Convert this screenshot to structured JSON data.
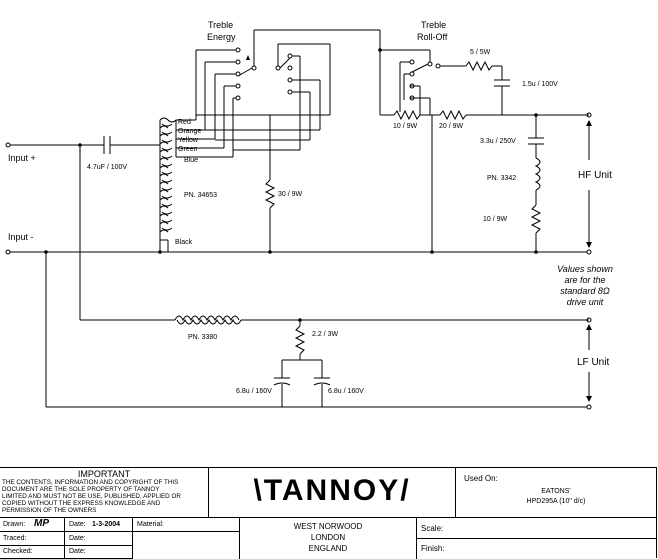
{
  "schematic": {
    "treble_energy": [
      "Treble",
      "Energy"
    ],
    "treble_rolloff": [
      "Treble",
      "Roll-Off"
    ],
    "input_plus": "Input +",
    "input_minus": "Input -",
    "cap_input": "4.7uF / 100V",
    "tap_labels": [
      "Red",
      "Orange",
      "Yellow",
      "Green",
      "Blue"
    ],
    "autotransformer_pn": "PN. 34653",
    "black_label": "Black",
    "r_30": "30 / 9W",
    "r_5": "5 / 5W",
    "cap_15": "1.5u / 100V",
    "r_10a": "10 / 9W",
    "r_20": "20 / 9W",
    "cap_33": "3.3u / 250V",
    "inductor_hf_pn": "PN. 3342",
    "r_10b": "10 / 9W",
    "hf_unit": "HF Unit",
    "note_lines": [
      "Values shown",
      "are for the",
      "standard 8Ω",
      "drive unit"
    ],
    "inductor_lf_pn": "PN. 3380",
    "r_22": "2.2 / 3W",
    "cap_68a": "6.8u / 160V",
    "cap_68b": "6.8u / 160V",
    "lf_unit": "LF Unit"
  },
  "title_block": {
    "important_heading": "IMPORTANT",
    "important_lines": [
      "THE CONTENTS, INFORMATION AND COPYRIGHT OF THIS",
      "DOCUMENT ARE THE SOLE PROPERTY OF TANNOY",
      "LIMITED AND MUST NOT BE USE, PUBLISHED, APPLIED OR",
      "COPIED WITHOUT THE EXPRESS KNOWLEDGE AND",
      "PERMISSION OF THE OWNERS"
    ],
    "drawn_label": "Drawn:",
    "drawn_value": "MP",
    "date_label": "Date:",
    "date_value": "1-3-2004",
    "material_label": "Material:",
    "traced_label": "Traced:",
    "checked_label": "Checked:",
    "logo_text": "\\TANNOY/",
    "address": [
      "WEST NORWOOD",
      "LONDON",
      "ENGLAND"
    ],
    "scale_label": "Scale:",
    "finish_label": "Finish:",
    "used_on_label": "Used On:",
    "used_on_values": [
      "EATONS'",
      "HPD295A (10\" d/c)"
    ]
  }
}
